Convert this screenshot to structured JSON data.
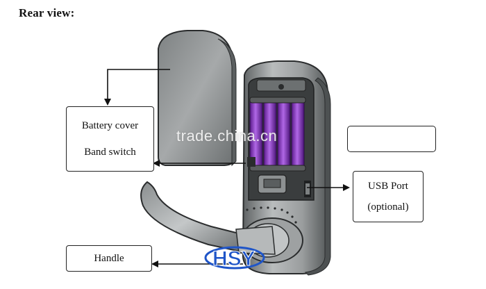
{
  "title": "Rear view:",
  "callouts": {
    "battery_cover": "Battery cover",
    "band_switch": "Band switch",
    "usb_port_line1": "USB  Port",
    "usb_port_line2": "(optional)",
    "handle": "Handle"
  },
  "watermark": "trade.china.cn",
  "logo_text": "HSY",
  "colors": {
    "battery": "#8c2fc7",
    "metal": "#8f9394",
    "logo": "#1f55c8"
  }
}
